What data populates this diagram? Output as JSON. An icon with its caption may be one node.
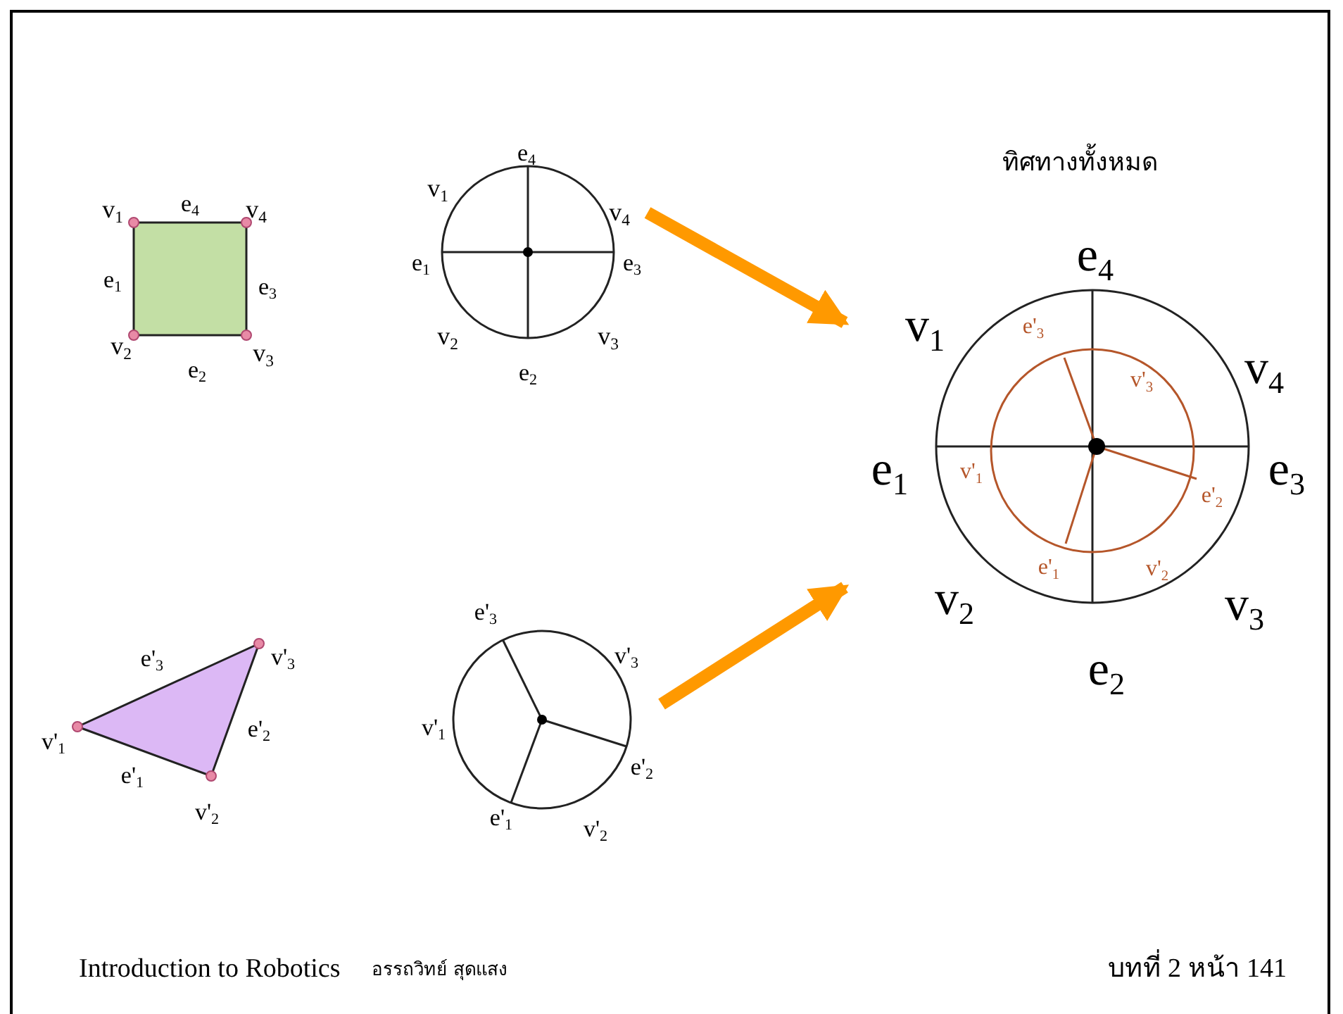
{
  "diagram": {
    "nodes": [
      {
        "text": [],
        "shape": "box",
        "beside": [
          "v$_{1}$",
          "e$_{4}$",
          "v$_{4}$",
          "e$_{1}$",
          "e$_{3}$",
          "v$_{2}$",
          "e$_{2}$",
          "v$_{3}$"
        ]
      },
      {
        "text": [],
        "shape": "circle",
        "beside": [
          "e$_{4}$",
          "v$_{1}$",
          "v$_{4}$",
          "e$_{1}$",
          "e$_{3}$",
          "v$_{2}$",
          "v$_{3}$",
          "e$_{2}$"
        ]
      },
      {
        "text": [
          "ทิศทางทั้งหมด",
          "e'$_{3}$",
          "v'$_{3}$",
          "v'$_{1}$",
          "e'$_{2}$",
          "e'$_{1}$",
          "v'$_{2}$"
        ],
        "beside": [
          "e$_{4}$",
          "v$_{1}$",
          "v$_{4}$",
          "e$_{1}$",
          "e$_{3}$",
          "v$_{2}$",
          "v$_{3}$",
          "e$_{2}$"
        ]
      },
      {
        "text": [],
        "shape": "triangle",
        "beside": [
          "e'$_{3}$",
          "v'$_{3}$",
          "v'$_{1}$",
          "e'$_{2}$",
          "e'$_{1}$",
          "v'$_{2}$"
        ]
      },
      {
        "text": [],
        "shape": "circle",
        "beside": [
          "e'$_{3}$",
          "v'$_{3}$",
          "v'$_{1}$",
          "e'$_{2}$",
          "e'$_{1}$",
          "v'$_{2}$"
        ]
      }
    ],
    "edges": [
      {
        "from": 1,
        "to": 2,
        "arrow": "to"
      },
      {
        "from": 4,
        "to": 2,
        "arrow": "to"
      }
    ],
    "labels": [
      "Introduction to Robotics",
      "อรรถวิทย์ สุดแสง",
      "บทที่ 2 หน้า 141"
    ]
  }
}
